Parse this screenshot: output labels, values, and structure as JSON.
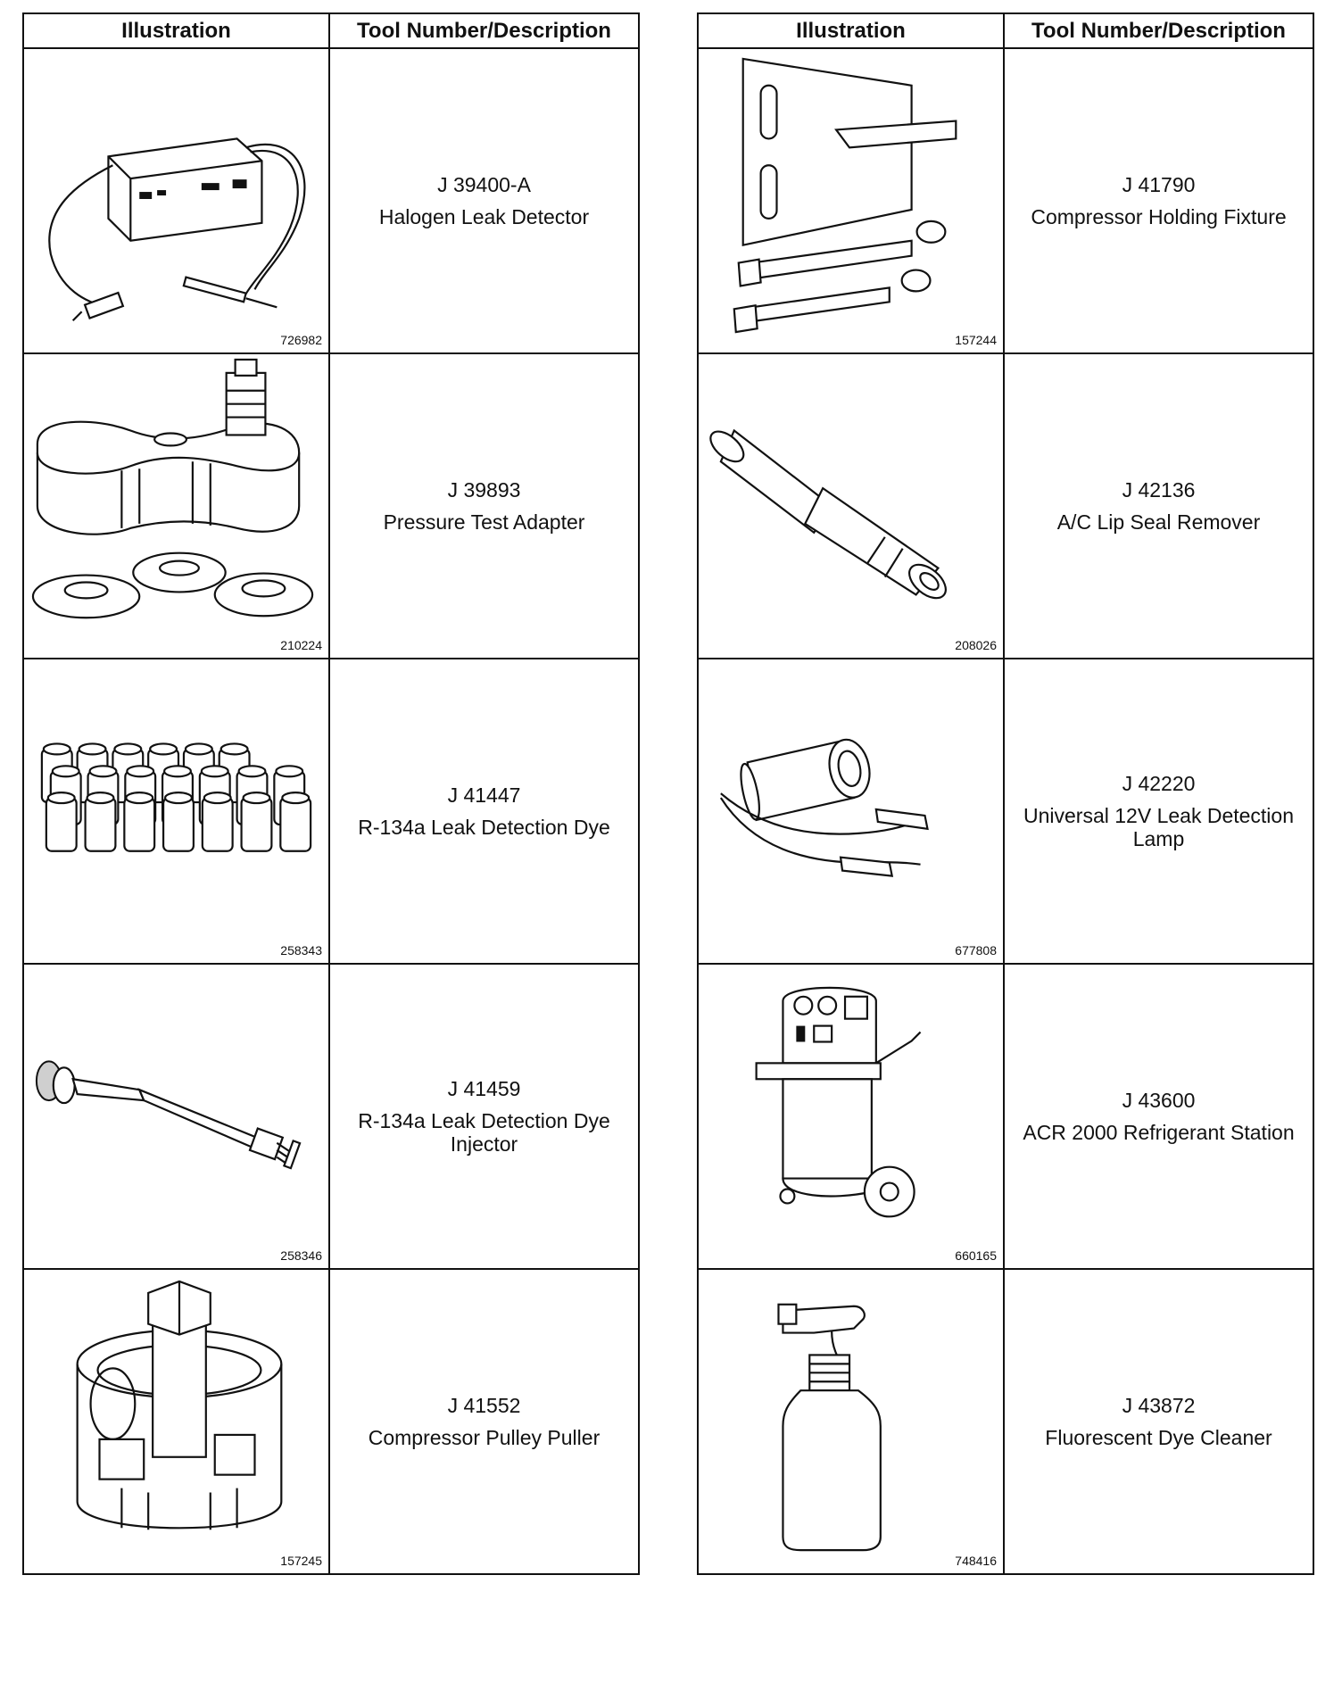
{
  "headers": {
    "illustration": "Illustration",
    "tool": "Tool Number/Description"
  },
  "left": [
    {
      "fig": "726982",
      "number": "J 39400-A",
      "description": "Halogen Leak Detector",
      "icon": "halogen-leak-detector-icon"
    },
    {
      "fig": "210224",
      "number": "J 39893",
      "description": "Pressure Test Adapter",
      "icon": "pressure-test-adapter-icon"
    },
    {
      "fig": "258343",
      "number": "J 41447",
      "description": "R-134a Leak Detection Dye",
      "icon": "dye-bottles-icon"
    },
    {
      "fig": "258346",
      "number": "J 41459",
      "description": "R-134a Leak Detection Dye Injector",
      "icon": "dye-injector-icon"
    },
    {
      "fig": "157245",
      "number": "J 41552",
      "description": "Compressor Pulley Puller",
      "icon": "pulley-puller-icon"
    }
  ],
  "right": [
    {
      "fig": "157244",
      "number": "J 41790",
      "description": "Compressor Holding Fixture",
      "icon": "holding-fixture-icon"
    },
    {
      "fig": "208026",
      "number": "J 42136",
      "description": "A/C Lip Seal Remover",
      "icon": "lip-seal-remover-icon"
    },
    {
      "fig": "677808",
      "number": "J 42220",
      "description": "Universal 12V Leak Detection Lamp",
      "icon": "leak-detection-lamp-icon"
    },
    {
      "fig": "660165",
      "number": "J 43600",
      "description": "ACR 2000 Refrigerant Station",
      "icon": "refrigerant-station-icon"
    },
    {
      "fig": "748416",
      "number": "J 43872",
      "description": "Fluorescent Dye Cleaner",
      "icon": "spray-bottle-icon"
    }
  ]
}
